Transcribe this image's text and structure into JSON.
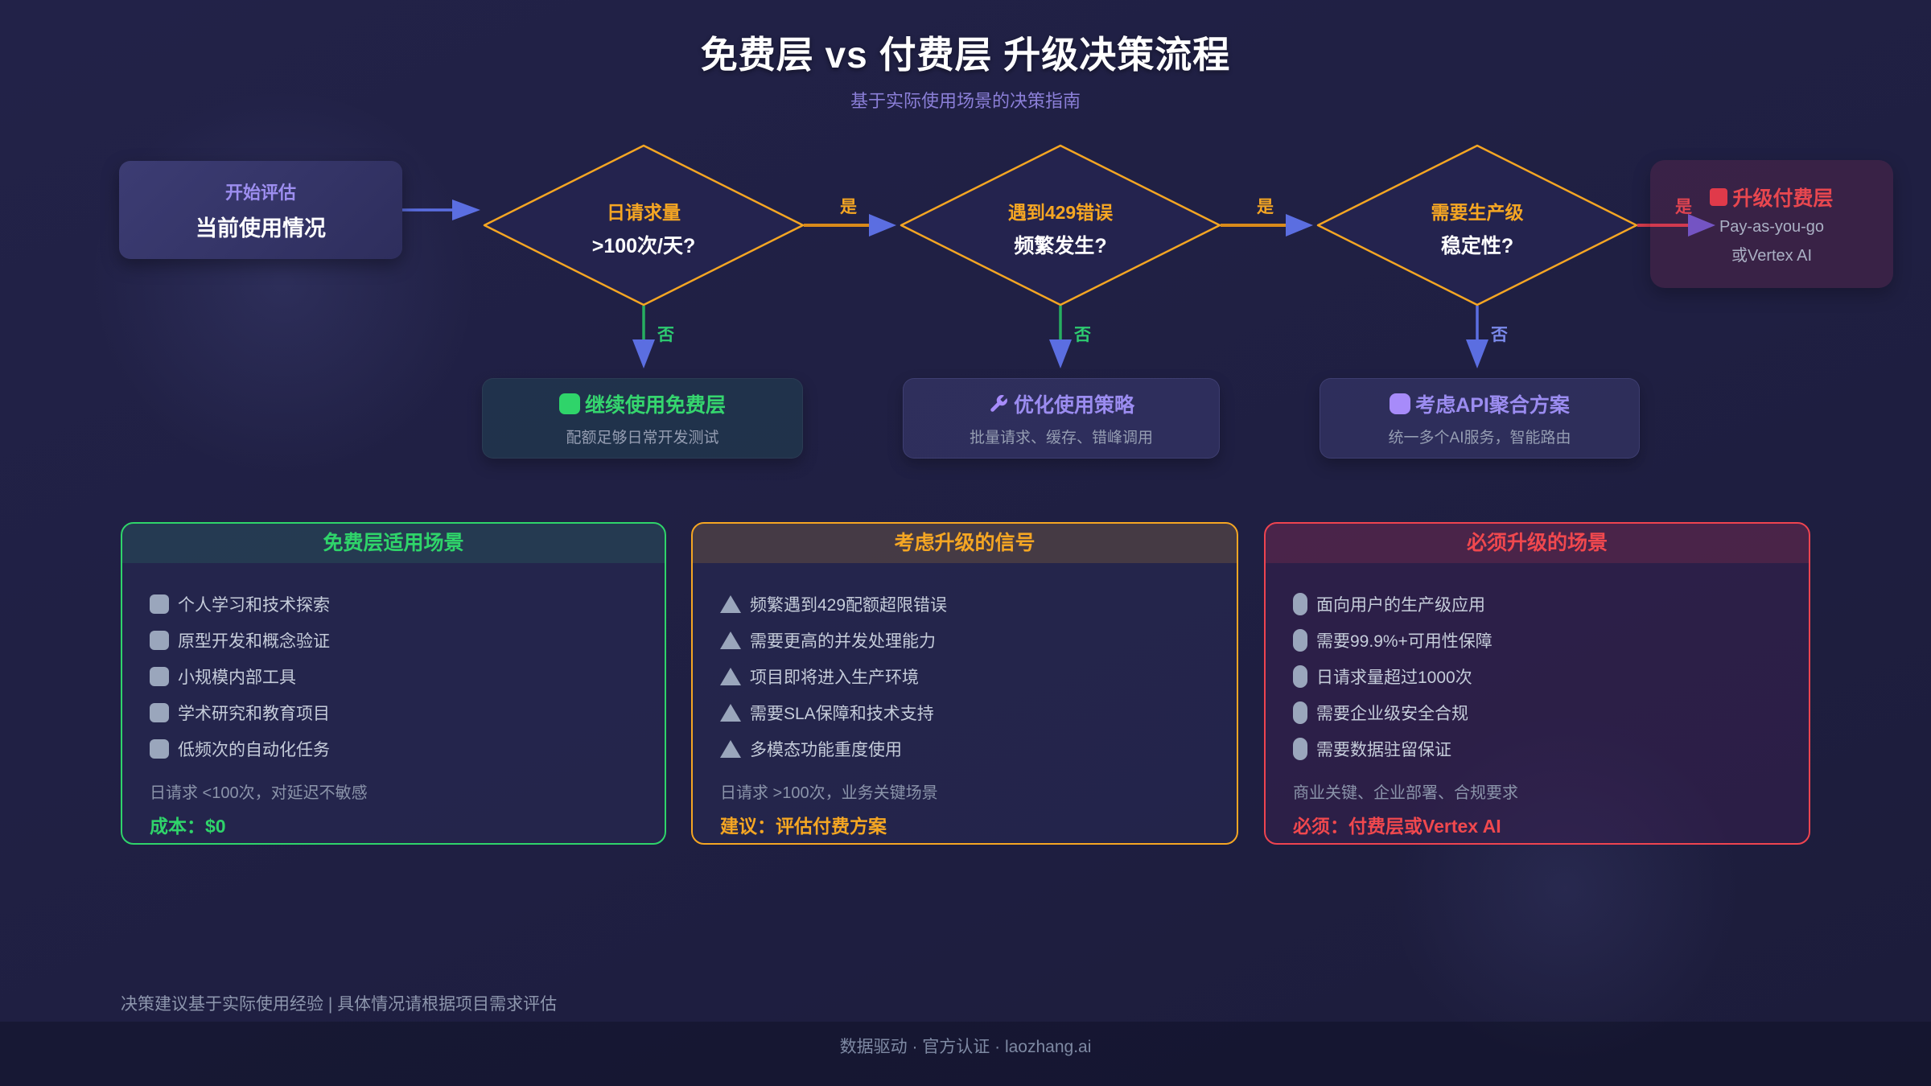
{
  "page": {
    "title": "免费层 vs 付费层 升级决策流程",
    "subtitle": "基于实际使用场景的决策指南",
    "disclaimer": "决策建议基于实际使用经验 | 具体情况请根据项目需求评估",
    "footer": "数据驱动 · 官方认证 · laozhang.ai"
  },
  "colors": {
    "orange": "#f5a623",
    "green": "#2fd46a",
    "red": "#e8474f",
    "purple": "#9b8cf0",
    "blue": "#5b6ee1"
  },
  "flow": {
    "yes_label": "是",
    "no_label": "否",
    "start": {
      "label": "开始评估",
      "title": "当前使用情况"
    },
    "decisions": [
      {
        "line1": "日请求量",
        "line2": ">100次/天?"
      },
      {
        "line1": "遇到429错误",
        "line2": "频繁发生?"
      },
      {
        "line1": "需要生产级",
        "line2": "稳定性?"
      }
    ],
    "upgrade": {
      "icon": "red-square-icon",
      "title": "升级付费层",
      "line1": "Pay-as-you-go",
      "line2": "或Vertex AI"
    },
    "outcomes": [
      {
        "icon": "green-square-icon",
        "title": "继续使用免费层",
        "subtitle": "配额足够日常开发测试"
      },
      {
        "icon": "wrench-icon",
        "title": "优化使用策略",
        "subtitle": "批量请求、缓存、错峰调用"
      },
      {
        "icon": "purple-square-icon",
        "title": "考虑API聚合方案",
        "subtitle": "统一多个AI服务，智能路由"
      }
    ]
  },
  "cards": [
    {
      "title": "免费层适用场景",
      "bullet": "square",
      "items": [
        "个人学习和技术探索",
        "原型开发和概念验证",
        "小规模内部工具",
        "学术研究和教育项目",
        "低频次的自动化任务"
      ],
      "note": "日请求 <100次，对延迟不敏感",
      "verdict": "成本：$0"
    },
    {
      "title": "考虑升级的信号",
      "bullet": "triangle",
      "items": [
        "频繁遇到429配额超限错误",
        "需要更高的并发处理能力",
        "项目即将进入生产环境",
        "需要SLA保障和技术支持",
        "多模态功能重度使用"
      ],
      "note": "日请求 >100次，业务关键场景",
      "verdict": "建议：评估付费方案"
    },
    {
      "title": "必须升级的场景",
      "bullet": "pill",
      "items": [
        "面向用户的生产级应用",
        "需要99.9%+可用性保障",
        "日请求量超过1000次",
        "需要企业级安全合规",
        "需要数据驻留保证"
      ],
      "note": "商业关键、企业部署、合规要求",
      "verdict": "必须：付费层或Vertex AI"
    }
  ]
}
